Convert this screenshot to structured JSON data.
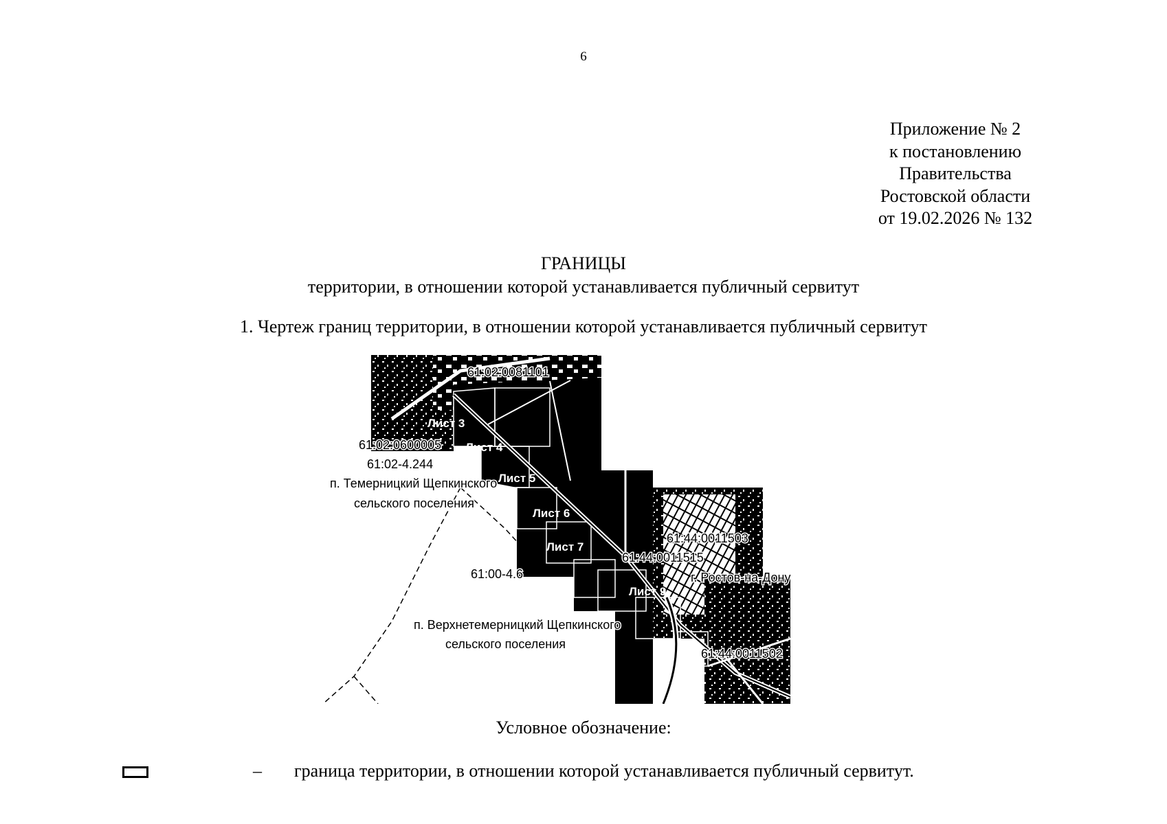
{
  "page": {
    "number": "6"
  },
  "appendix": {
    "lines": [
      "Приложение № 2",
      "к постановлению",
      "Правительства",
      "Ростовской области",
      "от 19.02.2026 № 132"
    ]
  },
  "heading": {
    "title": "ГРАНИЦЫ",
    "subtitle": "территории, в отношении которой устанавливается публичный сервитут",
    "section": "1. Чертеж границ территории, в отношении которой устанавливается публичный сервитут"
  },
  "map": {
    "cadastral_labels": [
      "61:02:0081101",
      "61:02:0600005",
      "61:02-4.244",
      "61:00-4.6",
      "61:44:0011503",
      "61:44:0011515",
      "61:44:0011502"
    ],
    "place_labels": {
      "temernitsky_1": "п. Темерницкий Щепкинского",
      "temernitsky_2": "сельского поселения",
      "verkhnetemernitsky_1": "п. Верхнетемерницкий Щепкинского",
      "verkhnetemernitsky_2": "сельского поселения",
      "rostov": "г. Ростов-на-Дону"
    },
    "sheet_labels": [
      "Лист 3",
      "Лист 4",
      "Лист 5",
      "Лист 6",
      "Лист 7",
      "Лист 9"
    ]
  },
  "legend": {
    "title": "Условное обозначение:",
    "dash": "–",
    "text": "граница территории, в отношении которой устанавливается публичный сервитут."
  }
}
